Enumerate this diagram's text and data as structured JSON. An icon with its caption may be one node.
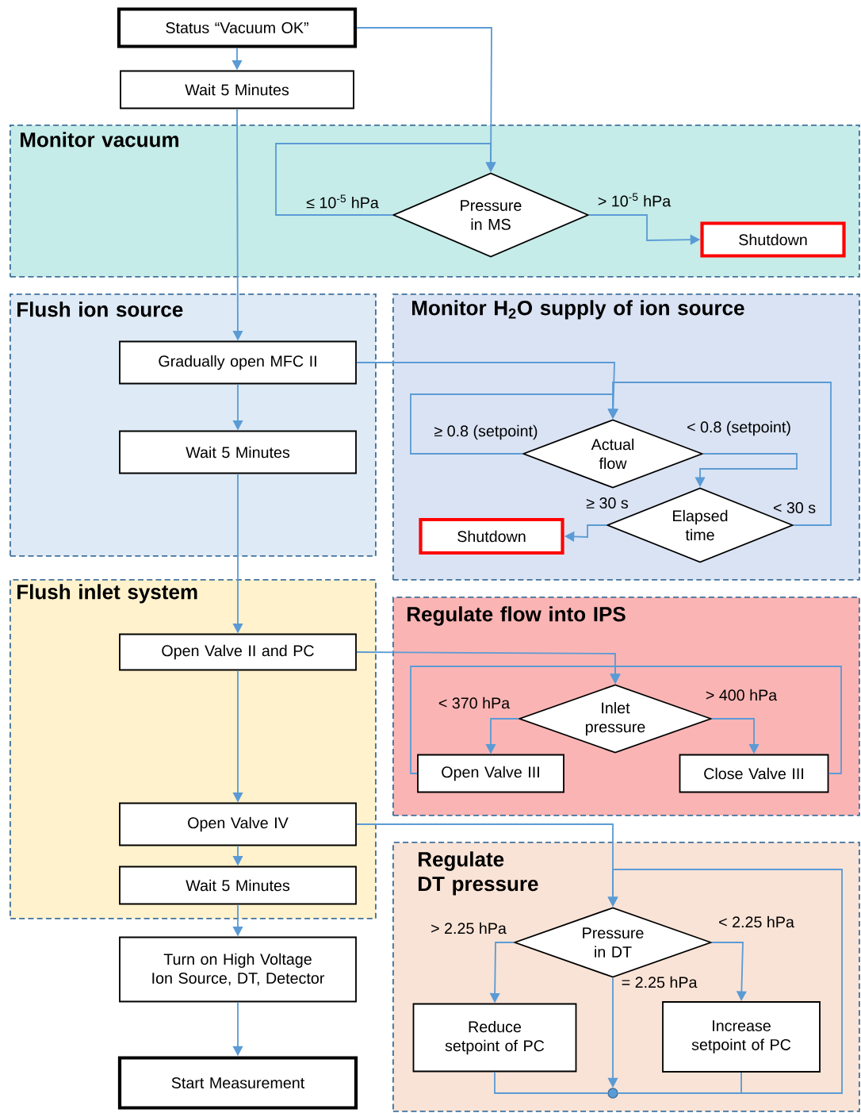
{
  "diagram": {
    "nodes": [
      {
        "text": [
          "Status “Vacuum OK”"
        ]
      },
      {
        "text": [
          "Wait 5 Minutes"
        ]
      },
      {
        "text": [
          "Monitor vacuum"
        ]
      },
      {
        "text": [
          "Pressure in MS"
        ],
        "in": 2
      },
      {
        "text": [
          "Shutdown"
        ],
        "in": 2
      },
      {
        "text": [
          "Flush ion source"
        ]
      },
      {
        "text": [
          "Gradually open MFC II"
        ],
        "in": 5
      },
      {
        "text": [
          "Wait 5 Minutes"
        ],
        "in": 5
      },
      {
        "text": [
          "Monitor H$_{2}$O supply of ion source"
        ]
      },
      {
        "text": [
          "Actual flow"
        ],
        "in": 8
      },
      {
        "text": [
          "Elapsed time"
        ],
        "in": 8
      },
      {
        "text": [
          "Shutdown"
        ],
        "in": 8
      },
      {
        "text": [
          "Flush inlet system"
        ]
      },
      {
        "text": [
          "Open Valve II and PC"
        ],
        "in": 12
      },
      {
        "text": [
          "Regulate flow into IPS"
        ]
      },
      {
        "text": [
          "Inlet pressure"
        ],
        "in": 14
      },
      {
        "text": [
          "Open Valve III"
        ],
        "in": 14
      },
      {
        "text": [
          "Close Valve III"
        ],
        "in": 14
      },
      {
        "text": [
          "Open Valve IV"
        ],
        "in": 12
      },
      {
        "text": [
          "Wait 5 Minutes"
        ],
        "in": 12
      },
      {
        "text": [
          "Regulate DT pressure"
        ]
      },
      {
        "text": [
          "Pressure in DT"
        ],
        "in": 20
      },
      {
        "text": [
          "Reduce setpoint of PC"
        ],
        "in": 20
      },
      {
        "text": [
          "Increase setpoint of PC"
        ],
        "in": 20
      },
      {
        "text": [],
        "shape": "circle",
        "in": 20
      },
      {
        "text": [
          "Turn on High Voltage Ion Source, DT, Detector"
        ]
      },
      {
        "text": [
          "Start Measurement"
        ]
      }
    ],
    "edges": [
      {
        "from": 0,
        "to": 1,
        "arrow": "to"
      },
      {
        "from": 0,
        "to": 3,
        "arrow": "to"
      },
      {
        "from": 1,
        "to": 6,
        "arrow": "to"
      },
      {
        "from": 3,
        "to": 3,
        "arrow": "to",
        "label": "≤ 10$^{-5}$ hPa"
      },
      {
        "from": 3,
        "to": 4,
        "arrow": "to",
        "label": "> 10$^{-5}$ hPa"
      },
      {
        "from": 6,
        "to": 7,
        "arrow": "to"
      },
      {
        "from": 6,
        "to": 9,
        "arrow": "to"
      },
      {
        "from": 7,
        "to": 13,
        "arrow": "to"
      },
      {
        "from": 9,
        "to": 9,
        "arrow": "to",
        "label": "≥ 0.8 (setpoint)"
      },
      {
        "from": 9,
        "to": 10,
        "arrow": "to",
        "label": "< 0.8 (setpoint)"
      },
      {
        "from": 10,
        "to": 9,
        "arrow": "to",
        "label": "< 30 s"
      },
      {
        "from": 10,
        "to": 11,
        "arrow": "to",
        "label": "≥ 30 s"
      },
      {
        "from": 13,
        "to": 18,
        "arrow": "to"
      },
      {
        "from": 13,
        "to": 15,
        "arrow": "to"
      },
      {
        "from": 18,
        "to": 19,
        "arrow": "to"
      },
      {
        "from": 18,
        "to": 21,
        "arrow": "to"
      },
      {
        "from": 19,
        "to": 25,
        "arrow": "to"
      },
      {
        "from": 15,
        "to": 16,
        "arrow": "to",
        "label": "< 370 hPa"
      },
      {
        "from": 15,
        "to": 17,
        "arrow": "to",
        "label": "> 400 hPa"
      },
      {
        "from": 16,
        "to": 15,
        "arrow": "to"
      },
      {
        "from": 17,
        "to": 15,
        "arrow": "to"
      },
      {
        "from": 21,
        "to": 22,
        "arrow": "to",
        "label": "> 2.25 hPa"
      },
      {
        "from": 21,
        "to": 23,
        "arrow": "to",
        "label": "< 2.25 hPa"
      },
      {
        "from": 21,
        "to": 24,
        "arrow": "to",
        "label": "= 2.25 hPa"
      },
      {
        "from": 22,
        "to": 24,
        "arrow": "none"
      },
      {
        "from": 23,
        "to": 24,
        "arrow": "none"
      },
      {
        "from": 24,
        "to": 21,
        "arrow": "to"
      },
      {
        "from": 25,
        "to": 26,
        "arrow": "to"
      }
    ]
  }
}
